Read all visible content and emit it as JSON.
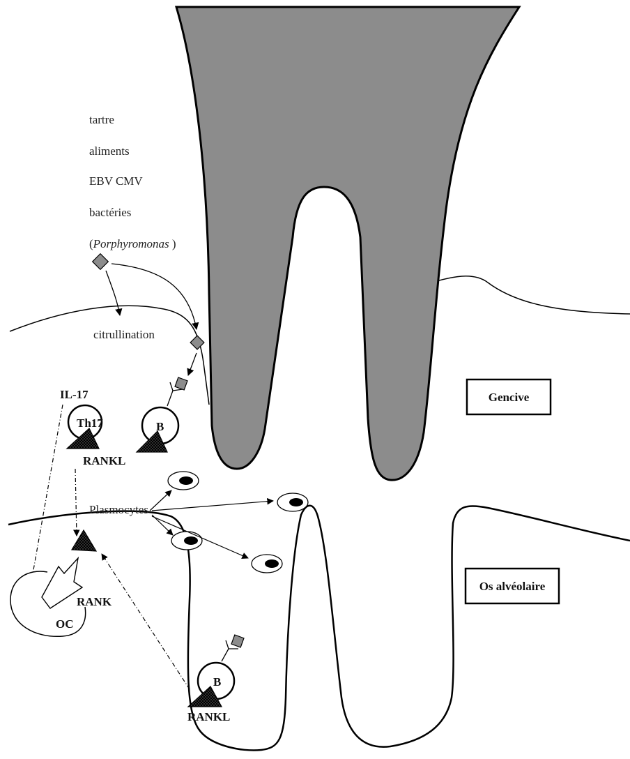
{
  "sources": {
    "tartre": "tartre",
    "aliments": "aliments",
    "virus": "EBV CMV",
    "bacteries": "bactéries",
    "porphyromonas_open": "(",
    "porphyromonas_name": "Porphyromonas",
    "porphyromonas_close": " )"
  },
  "labels": {
    "citrullination": "citrullination",
    "il17": "IL-17",
    "th17": "Th17",
    "b_cell_top": "B",
    "rankl_top": "RANKL",
    "plasmocytes": "Plasmocytes",
    "rank": "RANK",
    "oc": "OC",
    "b_cell_bottom": "B",
    "rankl_bottom": "RANKL"
  },
  "boxes": {
    "gencive": "Gencive",
    "os_alveolaire": "Os alvéolaire"
  },
  "colors": {
    "tooth": "#8c8c8c",
    "stroke": "#000000",
    "cell_nucleus": "#000000",
    "antigen": "#8c8c8c"
  }
}
